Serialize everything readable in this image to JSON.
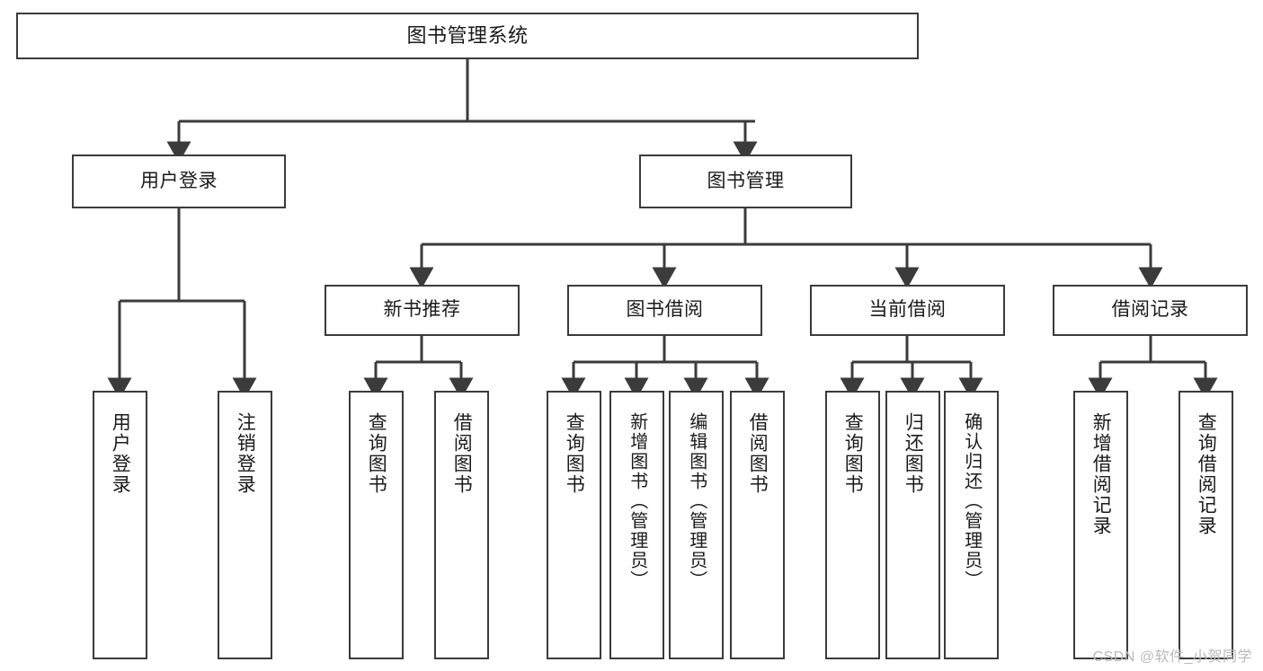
{
  "diagram": {
    "type": "tree",
    "title": "图书管理系统",
    "watermark": "CSDN @软件_小贺同学",
    "colors": {
      "box_border": "#3b3b3b",
      "box_fill": "#ffffff",
      "connector": "#3b3b3b",
      "text": "#1a1a1a",
      "watermark": "#b9b9b9"
    },
    "root": {
      "label": "图书管理系统"
    },
    "level2": [
      {
        "label": "用户登录"
      },
      {
        "label": "图书管理"
      }
    ],
    "level3": [
      {
        "label": "新书推荐"
      },
      {
        "label": "图书借阅"
      },
      {
        "label": "当前借阅"
      },
      {
        "label": "借阅记录"
      }
    ],
    "leaves": {
      "user_login": [
        {
          "label": "用户登录"
        },
        {
          "label": "注销登录"
        }
      ],
      "new_book_recommend": [
        {
          "label": "查询图书"
        },
        {
          "label": "借阅图书"
        }
      ],
      "book_borrow": [
        {
          "label": "查询图书"
        },
        {
          "label": "新增图书（管理员）"
        },
        {
          "label": "编辑图书（管理员）"
        },
        {
          "label": "借阅图书"
        }
      ],
      "current_borrow": [
        {
          "label": "查询图书"
        },
        {
          "label": "归还图书"
        },
        {
          "label": "确认归还（管理员）"
        }
      ],
      "borrow_record": [
        {
          "label": "新增借阅记录"
        },
        {
          "label": "查询借阅记录"
        }
      ]
    }
  }
}
